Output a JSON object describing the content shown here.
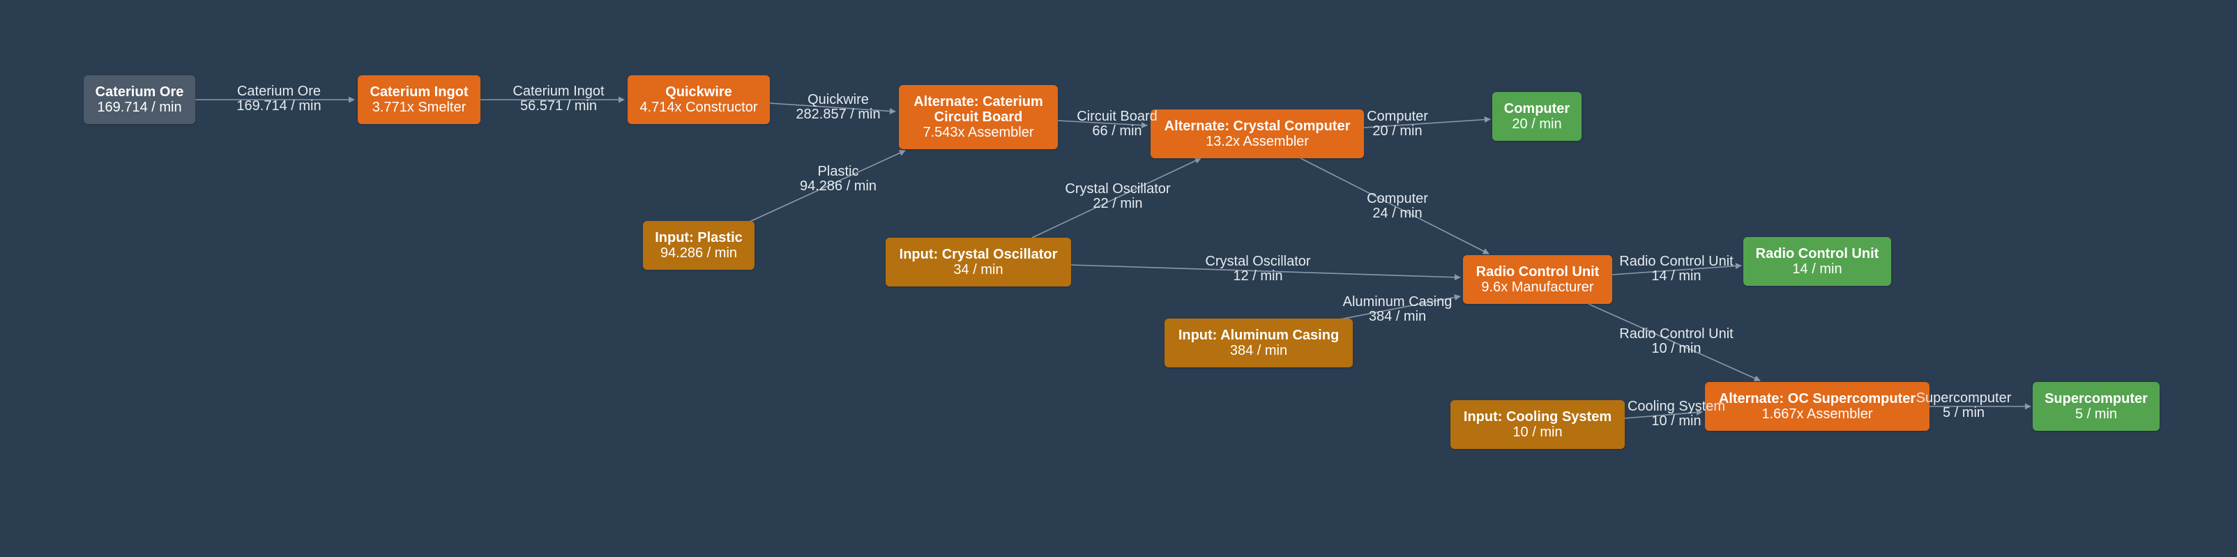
{
  "colors": {
    "background": "#2b3d50",
    "source": "#4d5b6a",
    "recipe": "#e0691a",
    "input": "#b5700f",
    "output": "#54a44f",
    "edge": "#8b99aa"
  },
  "nodes": [
    {
      "id": "caterium-ore",
      "kind": "source",
      "title": "Caterium Ore",
      "sub": "169.714 / min"
    },
    {
      "id": "caterium-ingot",
      "kind": "recipe",
      "title": "Caterium Ingot",
      "sub": "3.771x Smelter"
    },
    {
      "id": "quickwire",
      "kind": "recipe",
      "title": "Quickwire",
      "sub": "4.714x Constructor"
    },
    {
      "id": "alt-caterium-circuit-board",
      "kind": "recipe",
      "title": "Alternate: Caterium Circuit Board",
      "sub": "7.543x Assembler"
    },
    {
      "id": "alt-crystal-computer",
      "kind": "recipe",
      "title": "Alternate: Crystal Computer",
      "sub": "13.2x Assembler"
    },
    {
      "id": "computer-out",
      "kind": "output",
      "title": "Computer",
      "sub": "20 / min"
    },
    {
      "id": "input-plastic",
      "kind": "input",
      "title": "Input: Plastic",
      "sub": "94.286 / min"
    },
    {
      "id": "input-crystal-oscillator",
      "kind": "input",
      "title": "Input: Crystal Oscillator",
      "sub": "34 / min"
    },
    {
      "id": "radio-control-unit",
      "kind": "recipe",
      "title": "Radio Control Unit",
      "sub": "9.6x Manufacturer"
    },
    {
      "id": "radio-control-unit-out",
      "kind": "output",
      "title": "Radio Control Unit",
      "sub": "14 / min"
    },
    {
      "id": "input-aluminum-casing",
      "kind": "input",
      "title": "Input: Aluminum Casing",
      "sub": "384 / min"
    },
    {
      "id": "input-cooling-system",
      "kind": "input",
      "title": "Input: Cooling System",
      "sub": "10 / min"
    },
    {
      "id": "alt-oc-supercomputer",
      "kind": "recipe",
      "title": "Alternate: OC Supercomputer",
      "sub": "1.667x Assembler"
    },
    {
      "id": "supercomputer-out",
      "kind": "output",
      "title": "Supercomputer",
      "sub": "5 / min"
    }
  ],
  "edges": [
    {
      "from": "caterium-ore",
      "to": "caterium-ingot",
      "item": "Caterium Ore",
      "rate": "169.714 / min"
    },
    {
      "from": "caterium-ingot",
      "to": "quickwire",
      "item": "Caterium Ingot",
      "rate": "56.571 / min"
    },
    {
      "from": "quickwire",
      "to": "alt-caterium-circuit-board",
      "item": "Quickwire",
      "rate": "282.857 / min"
    },
    {
      "from": "input-plastic",
      "to": "alt-caterium-circuit-board",
      "item": "Plastic",
      "rate": "94.286 / min"
    },
    {
      "from": "alt-caterium-circuit-board",
      "to": "alt-crystal-computer",
      "item": "Circuit Board",
      "rate": "66 / min"
    },
    {
      "from": "input-crystal-oscillator",
      "to": "alt-crystal-computer",
      "item": "Crystal Oscillator",
      "rate": "22 / min"
    },
    {
      "from": "alt-crystal-computer",
      "to": "computer-out",
      "item": "Computer",
      "rate": "20 / min"
    },
    {
      "from": "alt-crystal-computer",
      "to": "radio-control-unit",
      "item": "Computer",
      "rate": "24 / min"
    },
    {
      "from": "input-crystal-oscillator",
      "to": "radio-control-unit",
      "item": "Crystal Oscillator",
      "rate": "12 / min"
    },
    {
      "from": "input-aluminum-casing",
      "to": "radio-control-unit",
      "item": "Aluminum Casing",
      "rate": "384 / min"
    },
    {
      "from": "radio-control-unit",
      "to": "radio-control-unit-out",
      "item": "Radio Control Unit",
      "rate": "14 / min"
    },
    {
      "from": "radio-control-unit",
      "to": "alt-oc-supercomputer",
      "item": "Radio Control Unit",
      "rate": "10 / min"
    },
    {
      "from": "input-cooling-system",
      "to": "alt-oc-supercomputer",
      "item": "Cooling System",
      "rate": "10 / min"
    },
    {
      "from": "alt-oc-supercomputer",
      "to": "supercomputer-out",
      "item": "Supercomputer",
      "rate": "5 / min"
    }
  ]
}
